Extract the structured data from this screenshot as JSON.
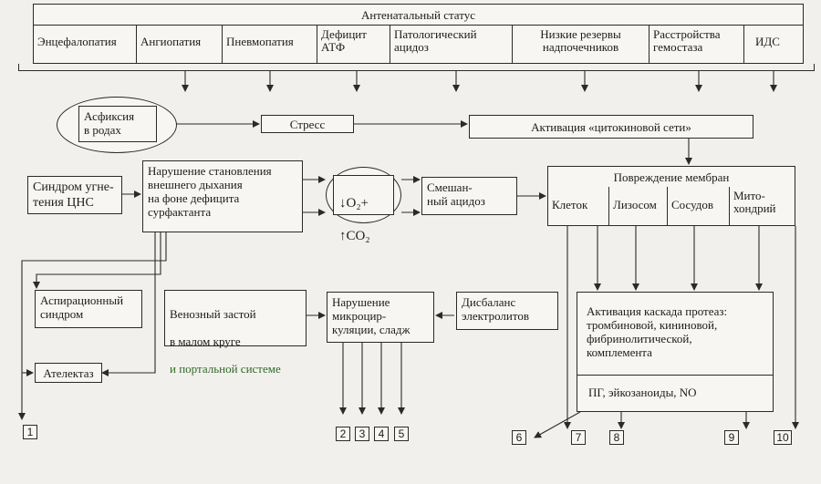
{
  "top": {
    "title": "Антенатальный статус",
    "cells": [
      "Энцефалопатия",
      "Ангиопатия",
      "Пневмопатия",
      "Дефицит\nАТФ",
      "Патологический\nацидоз",
      "Низкие резервы\nнадпочечников",
      "Расстройства\nгемостаза",
      "ИДС"
    ]
  },
  "nodes": {
    "asphyxia": "Асфиксия\nв родах",
    "stress": "Стресс",
    "cytokine": "Активация «цитокиновой сети»",
    "cns": "Синдром угне-\nтения ЦНС",
    "breathing": "Нарушение становления\nвнешнего дыхания\nна фоне дефицита\nсурфактанта",
    "gas_o2": "↓O₂+",
    "gas_co2": "↑CO₂",
    "mixed_acidosis": "Смешан-\nный ацидоз",
    "membrane_damage": "Повреждение мембран",
    "membranes": [
      "Клеток",
      "Лизосом",
      "Сосудов",
      "Мито-\nхондрий"
    ],
    "aspiration": "Аспирационный\nсиндром",
    "venous_line1": "Венозный застой",
    "venous_line2": "в малом круге",
    "venous_line3": "и портальной системе",
    "microcirculation": "Нарушение\nмикроцир-\nкуляции, сладж",
    "electrolytes": "Дисбаланс\nэлектролитов",
    "protease": "Активация каскада протеаз:\nтромбиновой, кининовой,\nфибринолитической,\nкомплемента",
    "pg": "ПГ, эйкозаноиды, NO",
    "atelectasis": "Ателектаз"
  },
  "outcomes": [
    "1",
    "2",
    "3",
    "4",
    "5",
    "6",
    "7",
    "8",
    "9",
    "10"
  ]
}
